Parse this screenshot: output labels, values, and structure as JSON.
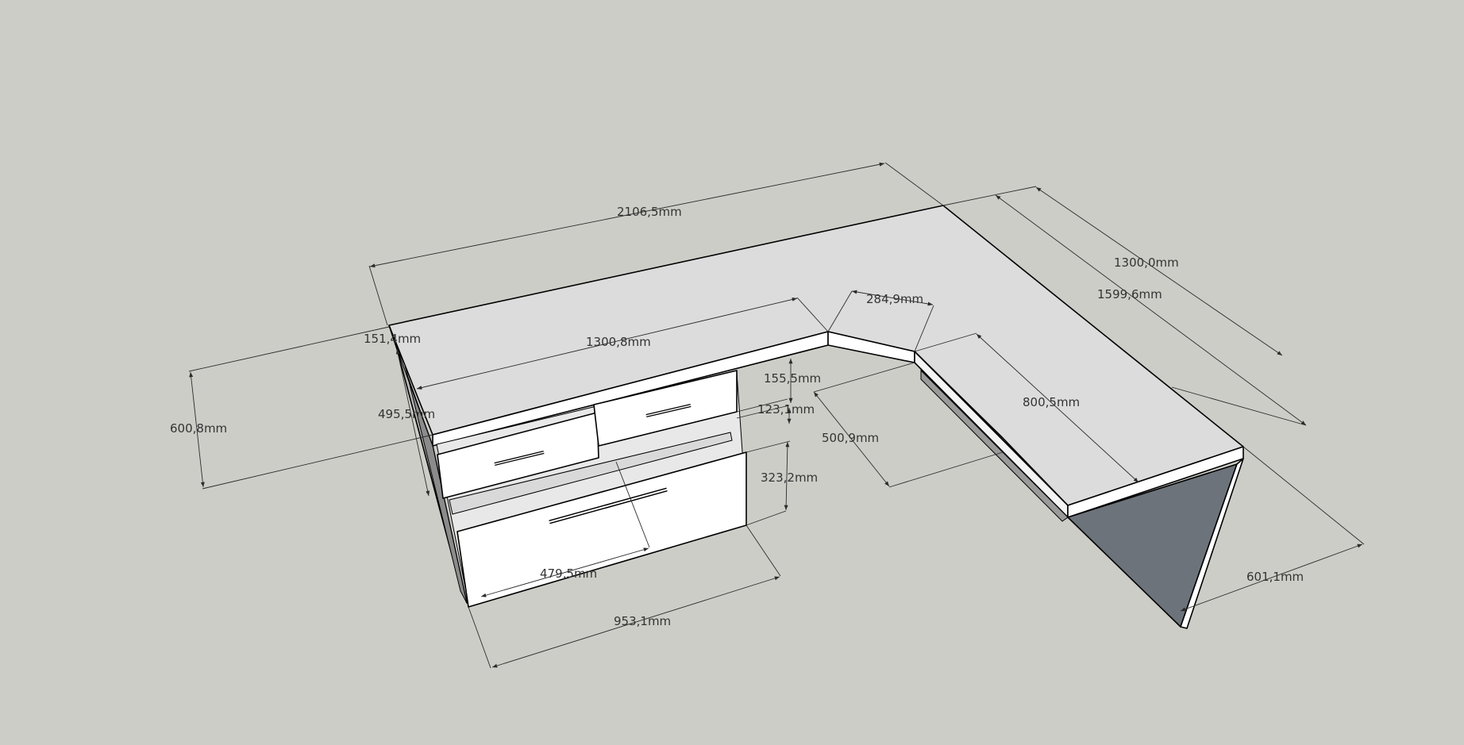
{
  "colors": {
    "background": "#cdcdc8",
    "desktop_top": "#dcdcdc",
    "front_face": "#ffffff",
    "shadow_panel": "#6d737b",
    "side_panel": "#b8b8b8",
    "dimension_line": "#2b2b2b"
  },
  "dimensions": {
    "total_length": "2106,5mm",
    "right_depth": "1300,0mm",
    "right_outer": "1599,6mm",
    "corner_segment": "284,9mm",
    "left_thickness": "151,4mm",
    "inner_length": "1300,8mm",
    "top_drawer_height": "155,5mm",
    "drawer_gap": "123,1mm",
    "inner_depth": "495,5mm",
    "overall_depth": "600,8mm",
    "right_inner": "800,5mm",
    "corner_depth": "500,9mm",
    "big_drawer_height": "323,2mm",
    "drawer_depth": "479,5mm",
    "cabinet_width": "953,1mm",
    "right_width": "601,1mm"
  }
}
